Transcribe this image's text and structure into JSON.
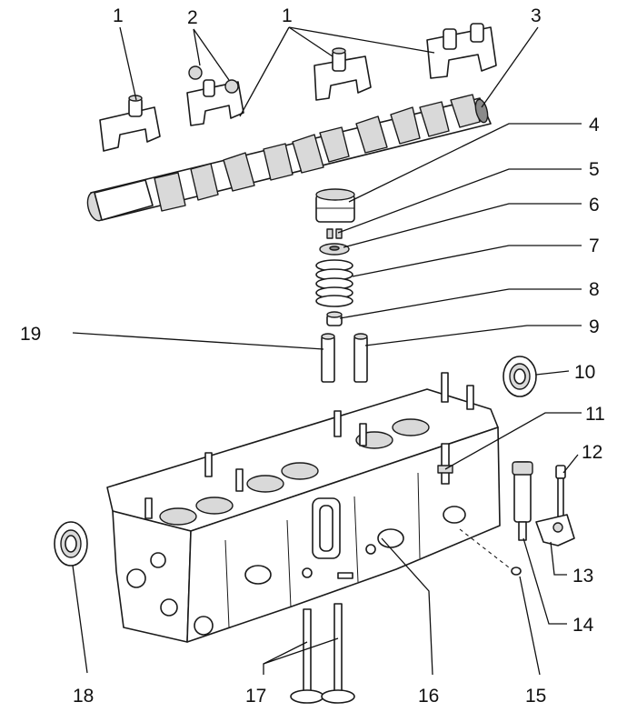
{
  "callouts": [
    {
      "id": "1a",
      "text": "1"
    },
    {
      "id": "2",
      "text": "2"
    },
    {
      "id": "1b",
      "text": "1"
    },
    {
      "id": "3",
      "text": "3"
    },
    {
      "id": "4",
      "text": "4"
    },
    {
      "id": "5",
      "text": "5"
    },
    {
      "id": "6",
      "text": "6"
    },
    {
      "id": "7",
      "text": "7"
    },
    {
      "id": "8",
      "text": "8"
    },
    {
      "id": "9",
      "text": "9"
    },
    {
      "id": "19",
      "text": "19"
    },
    {
      "id": "10",
      "text": "10"
    },
    {
      "id": "11",
      "text": "11"
    },
    {
      "id": "12",
      "text": "12"
    },
    {
      "id": "13",
      "text": "13"
    },
    {
      "id": "14",
      "text": "14"
    },
    {
      "id": "15",
      "text": "15"
    },
    {
      "id": "16",
      "text": "16"
    },
    {
      "id": "17",
      "text": "17"
    },
    {
      "id": "18",
      "text": "18"
    }
  ]
}
